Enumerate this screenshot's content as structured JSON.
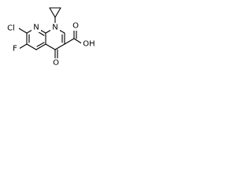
{
  "atom_labels": {
    "cl": "Cl",
    "f": "F",
    "n_ring_left": "N",
    "n_ring_right": "N",
    "o_keto": "O",
    "o_acid_double": "O",
    "oh_acid": "OH"
  },
  "colors": {
    "bond": "#000000",
    "background": "#ffffff"
  }
}
